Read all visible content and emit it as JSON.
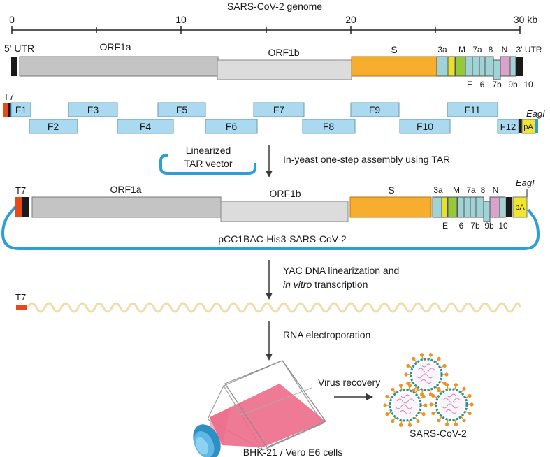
{
  "title": "SARS-CoV-2 genome",
  "scale": {
    "ticks": [
      "0",
      "10",
      "20",
      "30 kb"
    ]
  },
  "genome_labels": {
    "utr5": "5' UTR",
    "orf1a": "ORF1a",
    "orf1b": "ORF1b",
    "s": "S",
    "g3a": "3a",
    "m": "M",
    "g7a": "7a",
    "g8": "8",
    "n": "N",
    "utr3": "3' UTR",
    "e": "E",
    "g6": "6",
    "g7b": "7b",
    "g9b": "9b",
    "g10": "10"
  },
  "fragments": {
    "t7": "T7",
    "f1": "F1",
    "f2": "F2",
    "f3": "F3",
    "f4": "F4",
    "f5": "F5",
    "f6": "F6",
    "f7": "F7",
    "f8": "F8",
    "f9": "F9",
    "f10": "F10",
    "f11": "F11",
    "f12": "F12",
    "pa": "pA",
    "eagi": "EagI"
  },
  "assembly": {
    "vector_line1": "Linearized",
    "vector_line2": "TAR vector",
    "step": "In-yeast one-step assembly using TAR"
  },
  "construct": {
    "t7": "T7",
    "orf1a": "ORF1a",
    "orf1b": "ORF1b",
    "s": "S",
    "g3a": "3a",
    "m": "M",
    "g7a": "7a",
    "g8": "8",
    "n": "N",
    "e": "E",
    "g6": "6",
    "g7b": "7b",
    "g9b": "9b",
    "g10": "10",
    "pa": "pA",
    "eagi": "EagI",
    "name": "pCC1BAC-His3-SARS-CoV-2"
  },
  "linearization": {
    "line1": "YAC DNA linearization and",
    "line2_italic": "in vitro",
    "line2_rest": " transcription"
  },
  "rna": {
    "t7": "T7"
  },
  "electroporation": {
    "step": "RNA electroporation"
  },
  "recovery": {
    "step": "Virus recovery",
    "virus": "SARS-CoV-2",
    "cells": "BHK-21 / Vero E6 cells"
  },
  "colors": {
    "orf1a": "#c4c4c4",
    "orf1b": "#dcdcdc",
    "spike": "#f7ae2e",
    "accessory": "#9fd3d6",
    "e_gene": "#e9e02a",
    "m_gene": "#96c83c",
    "n_gene": "#d9a3cc",
    "fragment": "#abd9f0",
    "t7": "#e64a19",
    "pa": "#f2e62b",
    "vector": "#2f9ed8",
    "rna": "#f0dca8",
    "flask_liquid": "#ec6b8a",
    "virus_spike": "#e8962a",
    "virus_shell": "#2b8f8f"
  }
}
